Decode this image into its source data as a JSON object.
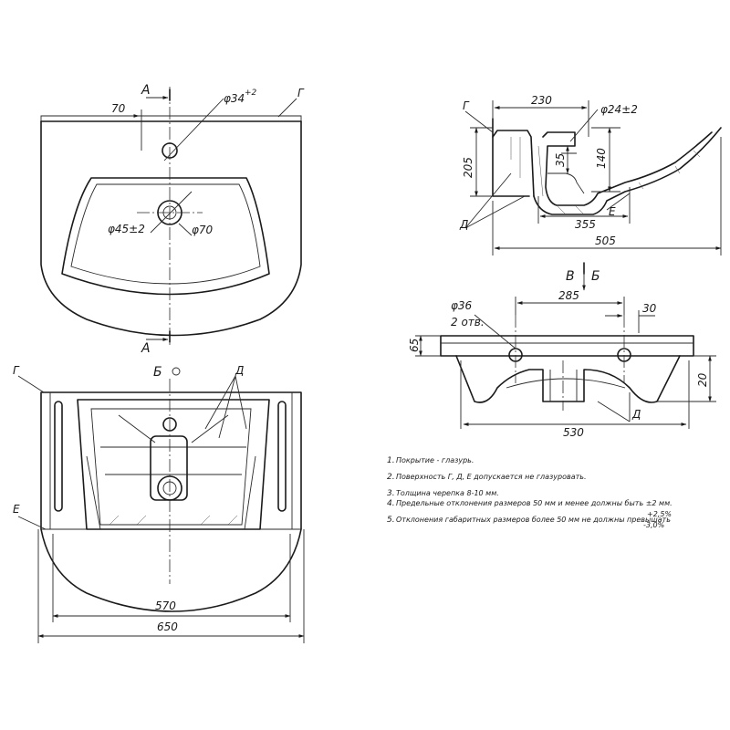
{
  "top_view": {
    "section_a_top": "А",
    "section_a_bottom": "А",
    "dim_70": "70",
    "dim_phi34": "φ34",
    "dim_phi34_tol": "+2",
    "label_g": "Г",
    "dim_phi45": "φ45±2",
    "dim_phi70": "φ70"
  },
  "side_section": {
    "label_g": "Г",
    "dim_230": "230",
    "dim_phi24": "φ24±2",
    "dim_205": "205",
    "dim_35": "35",
    "dim_140": "140",
    "dim_355": "355",
    "dim_505": "505",
    "label_d": "Д",
    "label_e": "Е"
  },
  "view_b": {
    "marker_v": "В",
    "marker_b": "Б",
    "dim_285": "285",
    "dim_phi36": "φ36",
    "dim_2otv": "2 отв.",
    "dim_30": "30",
    "dim_65": "65",
    "dim_20": "20",
    "dim_530": "530",
    "label_d": "Д"
  },
  "bottom_view": {
    "marker_b": "Б",
    "label_g": "Г",
    "label_d": "Д",
    "label_e": "Е",
    "dim_570": "570",
    "dim_650": "650"
  },
  "notes": [
    {
      "num": "1.",
      "text": "Покрытие - глазурь."
    },
    {
      "num": "2.",
      "text": "Поверхность Г, Д, Е допускается не глазуровать."
    },
    {
      "num": "3.",
      "text": "Толщина черепка 8-10 мм."
    },
    {
      "num": "4.",
      "text": "Предельные отклонения размеров 50 мм и менее должны быть ±2  мм."
    },
    {
      "num": "5.",
      "text": "Отклонения габаритных размеров более 50 мм не должны превышать"
    }
  ],
  "note5_tol_plus": "+2,5%",
  "note5_tol_minus": "-3,0%"
}
